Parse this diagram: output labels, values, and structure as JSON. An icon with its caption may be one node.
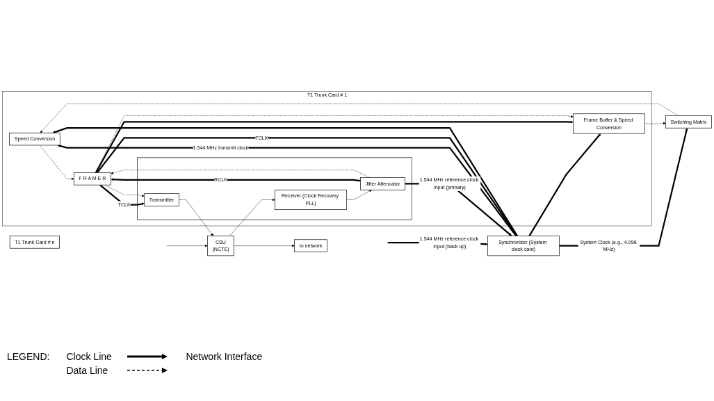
{
  "diagram": {
    "nodes": [
      {
        "text": [
          "T1 Trunk Card # n"
        ]
      },
      {
        "text": [
          "Synchronizer (System clock card)"
        ]
      },
      {
        "text": [
          "T1 Trunk Card # 1"
        ]
      },
      {
        "text": [
          "Switching Matrix"
        ]
      },
      {
        "text": [
          "Speed Conversion"
        ],
        "in": 2
      },
      {
        "text": [
          "Frame Buffer & Speed Conversion"
        ],
        "in": 2
      },
      {
        "text": [
          "F R A M E R"
        ],
        "in": 2
      },
      {
        "text": [],
        "shape": "box",
        "in": 2
      },
      {
        "text": [
          "Transmitter"
        ],
        "in": 7
      },
      {
        "text": [
          "Jitter Attenuator"
        ],
        "in": 7
      },
      {
        "text": [
          "Receiver (Clock Recovery PLL)"
        ],
        "in": 7
      },
      {
        "text": [
          "CSU",
          "(NCTE)"
        ]
      },
      {
        "text": [
          "to network"
        ]
      }
    ],
    "edges": [
      {
        "from": null,
        "to": 1,
        "arrow": "to",
        "label": "1.544 MHz reference clock input (back up)",
        "style": "thick"
      },
      {
        "from": 9,
        "to": 1,
        "arrow": "to",
        "label": "1.544 MHz reference clock input (primary)",
        "style": "thick"
      },
      {
        "from": 1,
        "to": 4,
        "arrow": "to",
        "label": "1.544 MHz transmit clock",
        "style": "thick"
      },
      {
        "from": 1,
        "to": 6,
        "arrow": "to",
        "label": "TCLK",
        "style": "thick"
      },
      {
        "from": 1,
        "to": 3,
        "arrow": "to",
        "label": "System Clock (e.g., 4.096 MHz)",
        "style": "thick"
      },
      {
        "from": 1,
        "to": 4,
        "arrow": "to",
        "style": "thick"
      },
      {
        "from": 1,
        "to": 5,
        "arrow": "to",
        "style": "thick"
      },
      {
        "from": 3,
        "to": 4,
        "arrow": "to",
        "style": "dashed"
      },
      {
        "from": 4,
        "to": 6,
        "arrow": "to",
        "style": "dashed"
      },
      {
        "from": 6,
        "to": 8,
        "arrow": "to",
        "label": "TCLK",
        "style": "thick"
      },
      {
        "from": 6,
        "to": 8,
        "arrow": "to",
        "style": "dashed"
      },
      {
        "from": 8,
        "to": 11,
        "arrow": "to"
      },
      {
        "from": 11,
        "to": 12,
        "arrow": "to"
      },
      {
        "from": null,
        "to": 11,
        "arrow": "to"
      },
      {
        "from": 11,
        "to": 10,
        "arrow": "to"
      },
      {
        "from": 10,
        "to": 9,
        "arrow": "to"
      },
      {
        "from": 9,
        "to": 6,
        "arrow": "to",
        "label": "RCLK",
        "style": "thick"
      },
      {
        "from": 9,
        "to": 6,
        "arrow": "to",
        "style": "dashed"
      },
      {
        "from": 6,
        "to": 5,
        "arrow": "to",
        "style": "thick"
      },
      {
        "from": 6,
        "to": 5,
        "arrow": "to",
        "style": "dashed"
      },
      {
        "from": 5,
        "to": 3,
        "arrow": "to",
        "style": "dashed"
      }
    ],
    "labels": [
      "LEGEND:",
      "Network Interface"
    ],
    "legend": [
      {
        "text": "Clock Line"
      },
      {
        "text": "Data Line"
      }
    ]
  }
}
